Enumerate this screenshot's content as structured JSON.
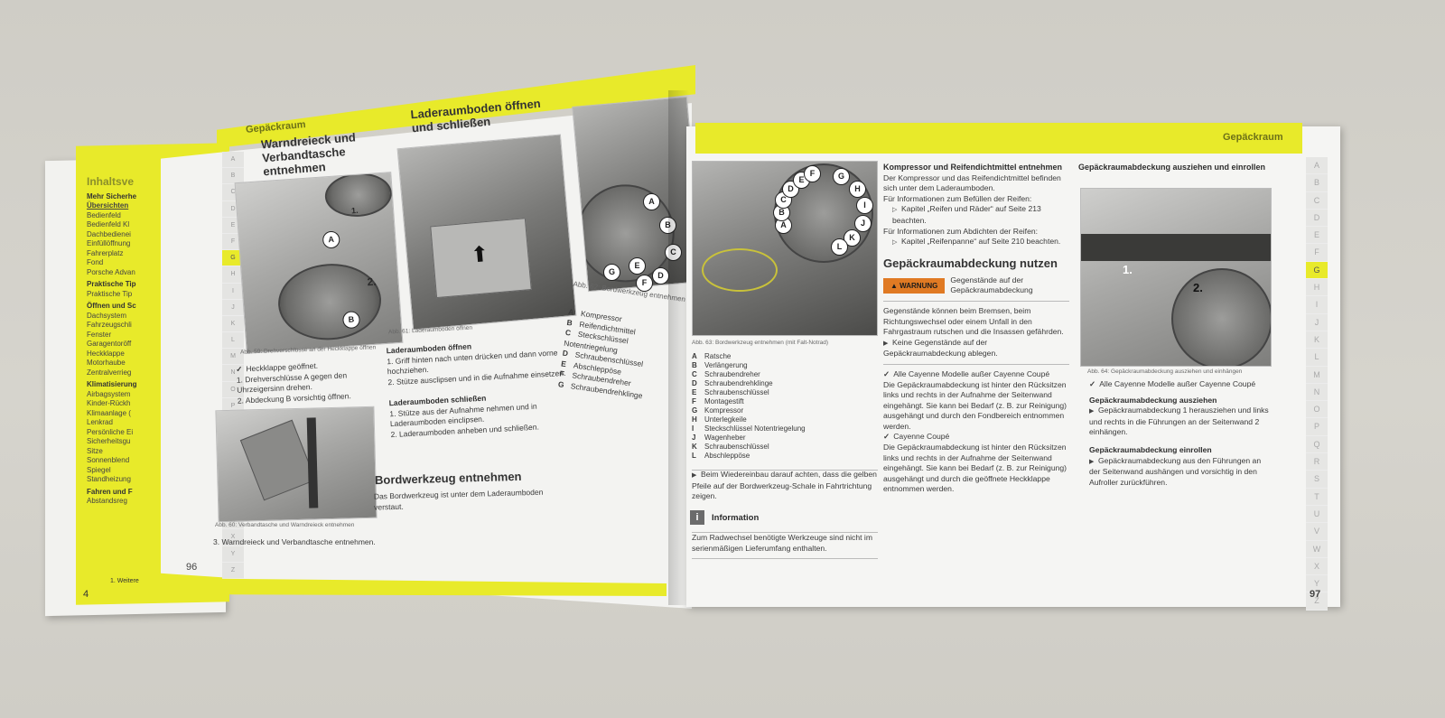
{
  "back_booklet": {
    "title": "Inhaltsve",
    "toc": [
      {
        "text": "Mehr Sicherhe",
        "style": "h"
      },
      {
        "text": "Übersichten",
        "style": "u"
      },
      {
        "text": "Bedienfeld",
        "style": ""
      },
      {
        "text": "Bedienfeld Kl",
        "style": ""
      },
      {
        "text": "Dachbedienei",
        "style": ""
      },
      {
        "text": "Einfüllöffnung",
        "style": ""
      },
      {
        "text": "Fahrerplatz",
        "style": ""
      },
      {
        "text": "Fond",
        "style": ""
      },
      {
        "text": "Porsche Advan",
        "style": ""
      },
      {
        "text": "Praktische Tip",
        "style": "h"
      },
      {
        "text": "Praktische Tip",
        "style": ""
      },
      {
        "text": "Öffnen und Sc",
        "style": "h"
      },
      {
        "text": "Dachsystem",
        "style": ""
      },
      {
        "text": "Fahrzeugschli",
        "style": ""
      },
      {
        "text": "Fenster",
        "style": ""
      },
      {
        "text": "Garagentoröff",
        "style": ""
      },
      {
        "text": "Heckklappe",
        "style": ""
      },
      {
        "text": "Motorhaube",
        "style": ""
      },
      {
        "text": "Zentralverrieg",
        "style": ""
      },
      {
        "text": "Klimatisierung",
        "style": "h"
      },
      {
        "text": "Airbagsystem",
        "style": ""
      },
      {
        "text": "Kinder-Rückh",
        "style": ""
      },
      {
        "text": "Klimaanlage (",
        "style": ""
      },
      {
        "text": "Lenkrad",
        "style": ""
      },
      {
        "text": "Persönliche Ei",
        "style": ""
      },
      {
        "text": "Sicherheitsgu",
        "style": ""
      },
      {
        "text": "Sitze",
        "style": ""
      },
      {
        "text": "Sonnenblend",
        "style": ""
      },
      {
        "text": "Spiegel",
        "style": ""
      },
      {
        "text": "Standheizung",
        "style": ""
      },
      {
        "text": "Fahren und F",
        "style": "h"
      },
      {
        "text": "Abstandsreg",
        "style": ""
      }
    ],
    "footnote": "1.   Weitere",
    "page_number": "4"
  },
  "left_page": {
    "header": "Gepäckraum",
    "tabs": [
      "A",
      "B",
      "C",
      "D",
      "E",
      "F",
      "G",
      "H",
      "I",
      "J",
      "K",
      "L",
      "M",
      "N",
      "O",
      "P",
      "Q",
      "R",
      "S",
      "T",
      "U",
      "V",
      "W",
      "X",
      "Y",
      "Z"
    ],
    "active_tab": "G",
    "page_number": "96",
    "col1": {
      "heading": "Warndreieck und Verbandtasche entnehmen",
      "fig59": {
        "callouts": [
          "A",
          "B"
        ],
        "steps": [
          "1.",
          "2."
        ],
        "caption": "Abb. 59: Drehverschlüsse an der Heckklappe öffnen"
      },
      "check": "Heckklappe geöffnet.",
      "steps": [
        "1.  Drehverschlüsse A gegen den Uhrzeigersinn drehen.",
        "2.  Abdeckung B vorsichtig öffnen."
      ],
      "fig60_caption": "Abb. 60: Verbandtasche und Warndreieck entnehmen",
      "step3": "3.  Warndreieck und Verbandtasche entnehmen."
    },
    "col2": {
      "heading": "Laderaumboden öffnen und schließen",
      "fig61_caption": "Abb. 61: Laderaumboden öffnen",
      "open_head": "Laderaumboden öffnen",
      "open_steps": [
        "1.  Griff hinten nach unten drücken und dann vorne hochziehen.",
        "2.  Stütze ausclipsen und in die Aufnahme einsetzen."
      ],
      "close_head": "Laderaumboden schließen",
      "close_steps": [
        "1.  Stütze aus der Aufnahme nehmen und in Laderaumboden einclipsen.",
        "2.  Laderaumboden anheben und schließen."
      ],
      "tools_head": "Bordwerkzeug entnehmen",
      "tools_text": "Das Bordwerkzeug ist unter dem Laderaumboden verstaut."
    },
    "col3": {
      "fig62_callouts": [
        "A",
        "B",
        "C",
        "D",
        "E",
        "F",
        "G"
      ],
      "fig62_caption": "Abb. 62: Bordwerkzeug entnehmen (mit...",
      "legend": [
        {
          "k": "A",
          "v": "Kompressor"
        },
        {
          "k": "B",
          "v": "Reifendichtmittel"
        },
        {
          "k": "C",
          "v": "Steckschlüssel Notentriegelung"
        },
        {
          "k": "D",
          "v": "Schraubenschlüssel"
        },
        {
          "k": "E",
          "v": "Abschleppöse"
        },
        {
          "k": "F",
          "v": "Schraubendreher"
        },
        {
          "k": "G",
          "v": "Schraubendrehklinge"
        }
      ]
    }
  },
  "right_page": {
    "header": "Gepäckraum",
    "tabs": [
      "A",
      "B",
      "C",
      "D",
      "E",
      "F",
      "G",
      "H",
      "I",
      "J",
      "K",
      "L",
      "M",
      "N",
      "O",
      "P",
      "Q",
      "R",
      "S",
      "T",
      "U",
      "V",
      "W",
      "X",
      "Y",
      "Z"
    ],
    "active_tab": "G",
    "page_number": "97",
    "col1": {
      "fig63_callouts": [
        "A",
        "B",
        "C",
        "D",
        "E",
        "F",
        "G",
        "H",
        "I",
        "J",
        "K",
        "L"
      ],
      "fig63_caption": "Abb. 63: Bordwerkzeug entnehmen (mit Falt-Notrad)",
      "legend": [
        {
          "k": "A",
          "v": "Ratsche"
        },
        {
          "k": "B",
          "v": "Verlängerung"
        },
        {
          "k": "C",
          "v": "Schraubendreher"
        },
        {
          "k": "D",
          "v": "Schraubendrehklinge"
        },
        {
          "k": "E",
          "v": "Schraubenschlüssel"
        },
        {
          "k": "F",
          "v": "Montagestift"
        },
        {
          "k": "G",
          "v": "Kompressor"
        },
        {
          "k": "H",
          "v": "Unterlegkeile"
        },
        {
          "k": "I",
          "v": "Steckschlüssel Notentriegelung"
        },
        {
          "k": "J",
          "v": "Wagenheber"
        },
        {
          "k": "K",
          "v": "Schraubenschlüssel"
        },
        {
          "k": "L",
          "v": "Abschleppöse"
        }
      ],
      "note": "Beim Wiedereinbau darauf achten, dass die gelben Pfeile auf der Bordwerkzeug-Schale in Fahrtrichtung zeigen.",
      "info_title": "Information",
      "info_text": "Zum Radwechsel benötigte Werkzeuge sind nicht im serienmäßigen Lieferumfang enthalten."
    },
    "col2": {
      "heading": "Kompressor und Reifendichtmittel entnehmen",
      "intro": "Der Kompressor und das Reifendichtmittel befinden sich unter dem Laderaumboden.",
      "fill_head": "Für Informationen zum Befüllen der Reifen:",
      "fill_link": "Kapitel „Reifen und Räder“ auf Seite 213 beachten.",
      "seal_head": "Für Informationen zum Abdichten der Reifen:",
      "seal_link": "Kapitel „Reifenpanne“ auf Seite 210 beachten.",
      "cover_heading": "Gepäckraumabdeckung nutzen",
      "warning_label": "WARNUNG",
      "warning_text": "Gegenstände auf der Gepäckraumabdeckung",
      "warning_body": "Gegenstände können beim Bremsen, beim Richtungswechsel oder einem Unfall in den Fahrgastraum rutschen und die Insassen gefährden.",
      "warning_action": "Keine Gegenstände auf der Gepäckraumabdeckung ablegen.",
      "models_check": "Alle Cayenne Modelle außer Cayenne Coupé",
      "models_text": "Die Gepäckraumabdeckung ist hinter den Rücksitzen links und rechts in der Aufnahme der Seitenwand eingehängt. Sie kann bei Bedarf (z. B. zur Reinigung) ausgehängt und durch den Fondbereich entnommen werden.",
      "coupe_check": "Cayenne Coupé",
      "coupe_text": "Die Gepäckraumabdeckung ist hinter den Rücksitzen links und rechts in der Aufnahme der Seitenwand eingehängt. Sie kann bei Bedarf (z. B. zur Reinigung) ausgehängt und durch die geöffnete Heckklappe entnommen werden."
    },
    "col3": {
      "heading": "Gepäckraumabdeckung ausziehen und einrollen",
      "fig64_steps": [
        "1.",
        "2."
      ],
      "fig64_caption": "Abb. 64: Gepäckraumabdeckung ausziehen und einhängen",
      "check": "Alle Cayenne Modelle außer Cayenne Coupé",
      "pull_head": "Gepäckraumabdeckung ausziehen",
      "pull_text": "Gepäckraumabdeckung 1 herausziehen und links und rechts in die Führungen an der Seitenwand 2 einhängen.",
      "roll_head": "Gepäckraumabdeckung einrollen",
      "roll_text": "Gepäckraumabdeckung aus den Führungen an der Seitenwand aushängen und vorsichtig in den Aufroller zurückführen."
    }
  }
}
